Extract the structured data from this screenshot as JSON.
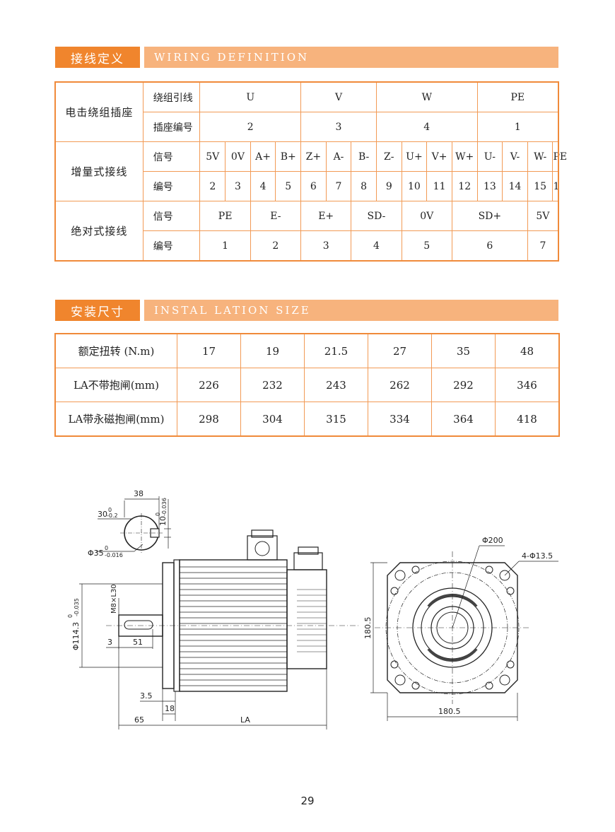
{
  "wiring_section": {
    "title_cn": "接线定义",
    "title_en": "WIRING DEFINITION"
  },
  "motor_socket": {
    "label": "电击绕组插座",
    "row1": {
      "head": "绕组引线",
      "cells": [
        "U",
        "V",
        "W",
        "PE"
      ]
    },
    "row2": {
      "head": "插座编号",
      "cells": [
        "2",
        "3",
        "4",
        "1"
      ]
    }
  },
  "incremental": {
    "label": "增量式接线",
    "row1": {
      "head": "信号",
      "cells": [
        "5V",
        "0V",
        "A+",
        "B+",
        "Z+",
        "A-",
        "B-",
        "Z-",
        "U+",
        "V+",
        "W+",
        "U-",
        "V-",
        "W-",
        "PE"
      ]
    },
    "row2": {
      "head": "编号",
      "cells": [
        "2",
        "3",
        "4",
        "5",
        "6",
        "7",
        "8",
        "9",
        "10",
        "11",
        "12",
        "13",
        "14",
        "15",
        "1"
      ]
    }
  },
  "absolute": {
    "label": "绝对式接线",
    "row1": {
      "head": "信号",
      "cells": [
        "PE",
        "E-",
        "E+",
        "SD-",
        "0V",
        "SD+",
        "5V"
      ]
    },
    "row2": {
      "head": "编号",
      "cells": [
        "1",
        "2",
        "3",
        "4",
        "5",
        "6",
        "7"
      ]
    }
  },
  "install_section": {
    "title_cn": "安装尺寸",
    "title_en": "INSTAL LATION SIZE"
  },
  "install_table": {
    "rows": [
      {
        "head": "额定扭转 (N.m)",
        "cells": [
          "17",
          "19",
          "21.5",
          "27",
          "35",
          "48"
        ]
      },
      {
        "head": "LA不带抱闸(mm)",
        "cells": [
          "226",
          "232",
          "243",
          "262",
          "292",
          "346"
        ]
      },
      {
        "head": "LA带永磁抱闸(mm)",
        "cells": [
          "298",
          "304",
          "315",
          "334",
          "364",
          "418"
        ]
      }
    ]
  },
  "drawing": {
    "dim_38": "38",
    "dim_30": "30",
    "dim_30_tol": "-0.2",
    "dim_30_tol_up": "0",
    "dim_10": "10",
    "dim_10_tol": "-0.036",
    "dim_10_tol_up": "0",
    "dim_phi35": "Φ35",
    "dim_phi35_tol": "-0.016",
    "dim_phi35_tol_up": "0",
    "dim_phi114": "Φ114.3",
    "dim_phi114_tol": "-0.035",
    "dim_phi114_tol_up": "0",
    "dim_m8": "M8×L30",
    "dim_3": "3",
    "dim_51": "51",
    "dim_3_5": "3.5",
    "dim_18": "18",
    "dim_65": "65",
    "dim_la": "LA",
    "dim_phi200": "Φ200",
    "dim_holes": "4-Φ13.5",
    "dim_180_5_v": "180.5",
    "dim_180_5_h": "180.5"
  },
  "page_number": "29",
  "colors": {
    "accent": "#f0852d",
    "accent_light": "#f7b37d",
    "border": "#f29a55"
  }
}
